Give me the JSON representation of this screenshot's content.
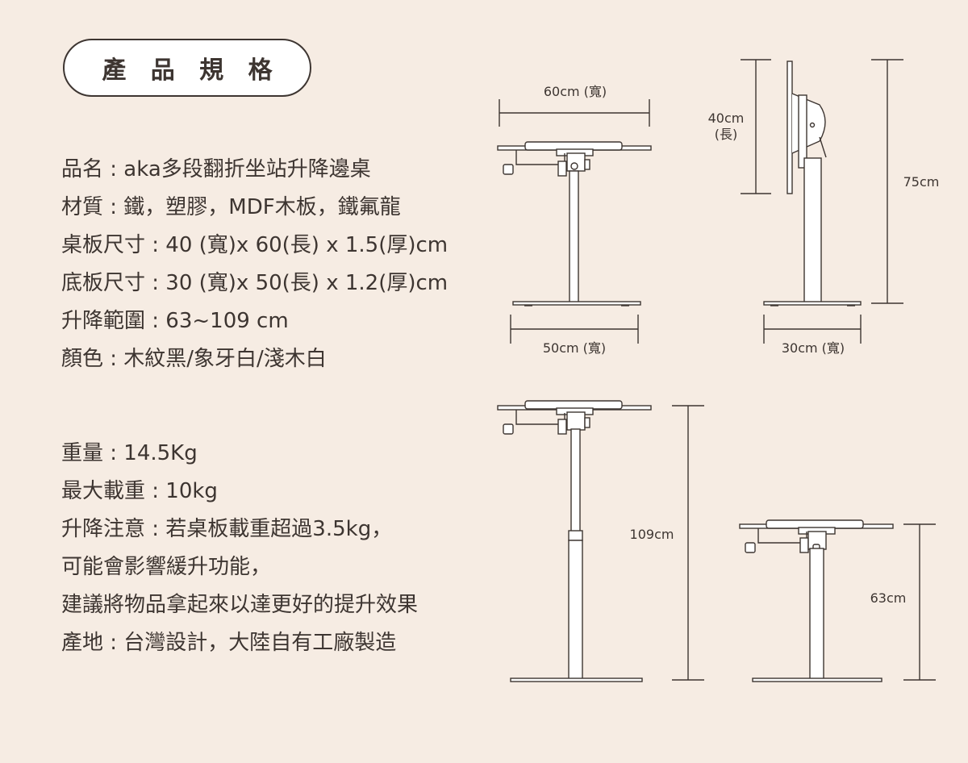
{
  "title": "產 品 規 格",
  "specs": [
    "品名 : aka多段翻折坐站升降邊桌",
    "材質 : 鐵，塑膠，MDF木板，鐵氟龍",
    "桌板尺寸 : 40 (寬)x 60(長) x 1.5(厚)cm",
    "底板尺寸 : 30 (寬)x 50(長) x 1.2(厚)cm",
    "升降範圍 : 63~109 cm",
    "顏色 : 木紋黑/象牙白/淺木白"
  ],
  "specs2": [
    "重量 : 14.5Kg",
    "最大載重 : 10kg",
    "升降注意 : 若桌板載重超過3.5kg，",
    "可能會影響緩升功能，",
    "建議將物品拿起來以達更好的提升效果",
    "產地 : 台灣設計，大陸自有工廠製造"
  ],
  "dimensions": {
    "top_width": "60cm (寬)",
    "top_length_1": "40cm",
    "top_length_2": "(長)",
    "height_total": "75cm",
    "base_length": "50cm (寬)",
    "base_width": "30cm (寬)",
    "height_max": "109cm",
    "height_min": "63cm"
  },
  "colors": {
    "background": "#f6ece3",
    "line": "#3d3531",
    "pill_fill": "#ffffff"
  }
}
